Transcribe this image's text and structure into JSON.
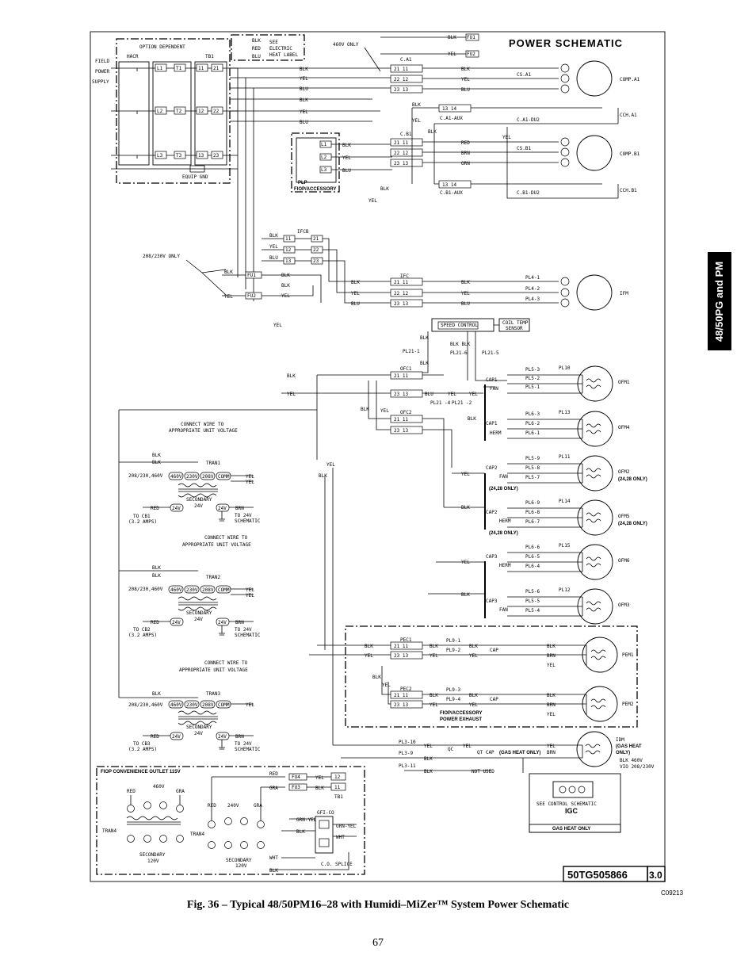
{
  "title": "POWER SCHEMATIC",
  "drawing_number": "50TG505866",
  "revision": "3.0",
  "figure_ref": "C09213",
  "caption": "Fig. 36 – Typical 48/50PM16–28 with Humidi–MiZer™ System Power Schematic",
  "page_number": "67",
  "side_tab": "48/50PG and PM",
  "supply": {
    "label_line1": "FIELD",
    "label_line2": "POWER",
    "label_line3": "SUPPLY",
    "option_dependent": "OPTION DEPENDENT",
    "hacr": "HACR",
    "tb1": "TB1",
    "equip_gnd": "EQUIP GND"
  },
  "electric_heat_note": {
    "line1": "BLK",
    "line2": "RED",
    "line3": "BLU",
    "see": "SEE",
    "electric": "ELECTRIC",
    "heat_label": "HEAT LABEL"
  },
  "v460_only": "460V ONLY",
  "fu1": "FU1",
  "fu2": "FU2",
  "plp": {
    "label": "PLP",
    "sub": "FIOP/ACCESSORY"
  },
  "wire_colors": {
    "blk": "BLK",
    "yel": "YEL",
    "blu": "BLU",
    "red": "RED",
    "brn": "BRN",
    "orn": "ORN",
    "gra": "GRA",
    "grn_yel": "GRN-YEL",
    "wht": "WHT"
  },
  "compressors": [
    {
      "contactor": "C.A1",
      "aux": "C.A1-AUX",
      "du2": "C.A1-DU2",
      "cs": "CS.A1",
      "motor": "COMP.A1",
      "cch": "CCH.A1"
    },
    {
      "contactor": "C.B1",
      "aux": "C.B1-AUX",
      "du2": "C.B1-DU2",
      "cs": "CS.B1",
      "motor": "COMP.B1",
      "cch": "CCH.B1"
    }
  ],
  "ifcb": "IFCB",
  "ifc": "IFC",
  "ifm": "IFM",
  "v208_230_only": "208/230V ONLY",
  "pl4": [
    "PL4-1",
    "PL4-2",
    "PL4-3"
  ],
  "speed_control": "SPEED CONTROL",
  "coil_temp_sensor": {
    "l1": "COIL TEMP",
    "l2": "SENSOR"
  },
  "pl21": {
    "p1": "PL21-1",
    "p6": "PL21-6",
    "p5": "PL21-5",
    "p4": "PL21 -4",
    "p2": "PL21 -2"
  },
  "ofc1": "OFC1",
  "ofc2": "OFC2",
  "fans": [
    {
      "motor": "OFM1",
      "cap": "CAP1",
      "tag": "FAN",
      "plug": "PL10",
      "pl": [
        "PL5-3",
        "PL5-2",
        "PL5-1"
      ],
      "note": ""
    },
    {
      "motor": "OFM4",
      "cap": "CAP1",
      "tag": "HERM",
      "plug": "PL13",
      "pl": [
        "PL6-3",
        "PL6-2",
        "PL6-1"
      ],
      "note": ""
    },
    {
      "motor": "OFM2",
      "cap": "CAP2",
      "tag": "FAN",
      "plug": "PL11",
      "pl": [
        "PL5-9",
        "PL5-8",
        "PL5-7"
      ],
      "note": "(24,28 ONLY)"
    },
    {
      "motor": "OFM5",
      "cap": "CAP2",
      "tag": "HERM",
      "plug": "PL14",
      "pl": [
        "PL6-9",
        "PL6-8",
        "PL6-7"
      ],
      "note": "(24,28 ONLY)"
    },
    {
      "motor": "OFM6",
      "cap": "CAP3",
      "tag": "HERM",
      "plug": "PL15",
      "pl": [
        "PL6-6",
        "PL6-5",
        "PL6-4"
      ],
      "note": ""
    },
    {
      "motor": "OFM3",
      "cap": "CAP3",
      "tag": "FAN",
      "plug": "PL12",
      "pl": [
        "PL5-6",
        "PL5-5",
        "PL5-4"
      ],
      "note": ""
    }
  ],
  "transformers": [
    {
      "name": "TRAN1",
      "connect1": "CONNECT WIRE TO",
      "connect2": "APPROPRIATE UNIT VOLTAGE",
      "taps_label": "208/230,460V",
      "to_cb": "TO CB1",
      "amps": "(3.2 AMPS)"
    },
    {
      "name": "TRAN2",
      "connect1": "CONNECT WIRE TO",
      "connect2": "APPROPRIATE UNIT VOLTAGE",
      "taps_label": "208/230,460V",
      "to_cb": "TO CB2",
      "amps": "(3.2 AMPS)"
    },
    {
      "name": "TRAN3",
      "connect1": "CONNECT WIRE TO",
      "connect2": "APPROPRIATE UNIT VOLTAGE",
      "taps_label": "208/230,460V",
      "to_cb": "TO CB3",
      "amps": "(3.2 AMPS)"
    }
  ],
  "tran_common": {
    "tap460": "460V",
    "tap230": "230V",
    "tap208": "208V",
    "comm": "COMM",
    "secondary": "SECONDARY",
    "v24": "24V",
    "to_24v": "TO 24V",
    "schematic": "SCHEMATIC"
  },
  "power_exhaust": {
    "pec1": "PEC1",
    "pec2": "PEC2",
    "pem1": "PEM1",
    "pem2": "PEM2",
    "label1": "FIOP/ACCESSORY",
    "label2": "POWER EXHAUST",
    "pl9": [
      "PL9-1",
      "PL9-2",
      "PL9-3",
      "PL9-4"
    ],
    "cap": "CAP"
  },
  "gas_heat": {
    "pl3_10": "PL3-10",
    "pl3_9": "PL3-9",
    "pl3_11": "PL3-11",
    "qc": "QC",
    "qt_cap": "QT CAP",
    "gas_only": "(GAS HEAT ONLY)",
    "idm": "IDM",
    "idm_note1": "(GAS HEAT",
    "idm_note2": "ONLY)",
    "blk460": "BLK 460V",
    "vio": "VIO 208/230V",
    "not_used": "NOT USED",
    "see_control": "SEE CONTROL SCHEMATIC",
    "igc": "IGC",
    "gas_heat_only": "GAS HEAT ONLY"
  },
  "convenience": {
    "title": "FIOP CONVENIENCE OUTLET 115V",
    "v460": "460V",
    "v240": "240V",
    "tran4": "TRAN4",
    "secondary": "SECONDARY",
    "v120": "120V",
    "fu4": "FU4",
    "fu3": "FU3",
    "t12": "12",
    "t11": "11",
    "tb1": "TB1",
    "gfi": "GFI-CO",
    "splice": "C.O. SPLICE"
  }
}
